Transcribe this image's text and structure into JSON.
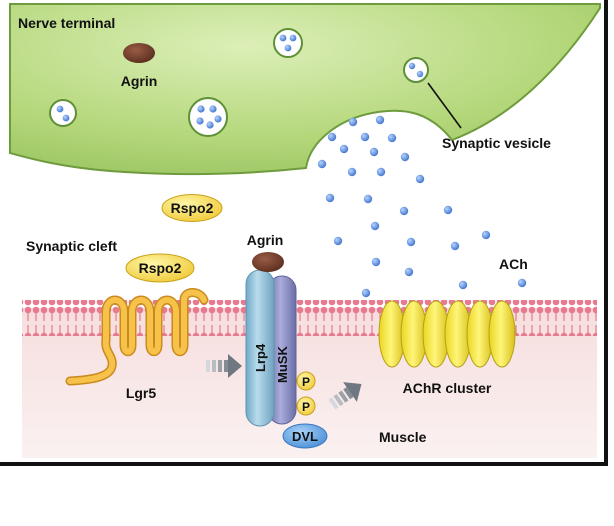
{
  "labels": {
    "nerve_terminal": "Nerve terminal",
    "agrin_top": "Agrin",
    "synaptic_vesicle": "Synaptic vesicle",
    "rspo2_upper": "Rspo2",
    "synaptic_cleft": "Synaptic cleft",
    "rspo2_lower": "Rspo2",
    "agrin_receptor": "Agrin",
    "ach": "ACh",
    "lrp4": "Lrp4",
    "musk": "MuSK",
    "p1": "P",
    "p2": "P",
    "lgr5": "Lgr5",
    "achr_cluster": "AChR cluster",
    "dvl": "DVL",
    "muscle": "Muscle"
  },
  "colors": {
    "nerve_fill": "#b4d77a",
    "nerve_stroke": "#6a9a3c",
    "membrane": "#e57a92",
    "muscle_bg": "#f8e3e3",
    "achr": "#f3e633",
    "rspo2": "#f1cf2e",
    "agrin": "#6b3b2a",
    "lrp4": "#8ec3dd",
    "musk": "#8a8fc4",
    "dvl": "#5ea3e3",
    "lgr5": "#f2b640",
    "ach_dot": "#5b8fe0"
  }
}
